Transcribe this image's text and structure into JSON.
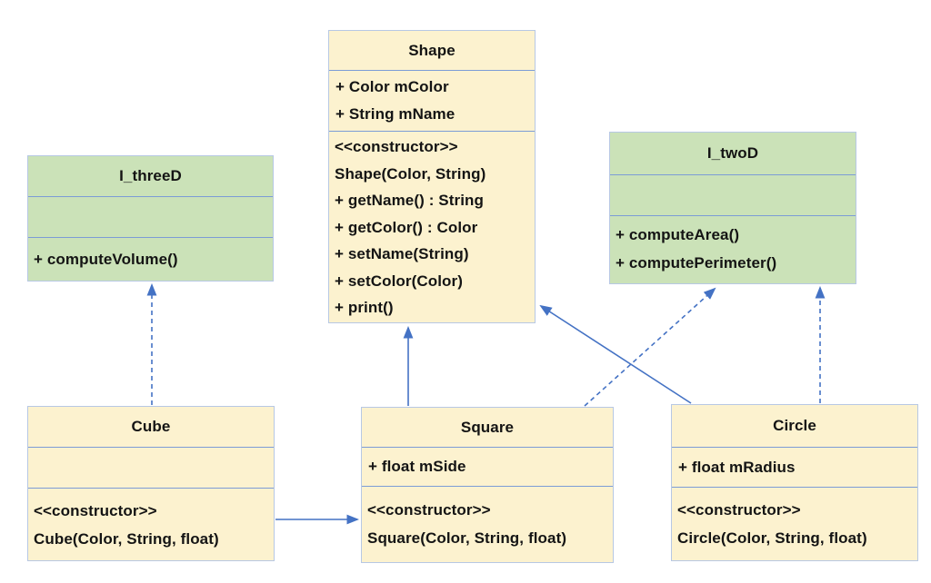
{
  "colors": {
    "class_fill": "#FCF2CF",
    "interface_fill": "#CBE2B8",
    "box_border": "#B7C8E4",
    "section_separator": "#7C9CD6",
    "connector": "#4472C4",
    "text": "#141414",
    "background": "#FFFFFF"
  },
  "classes": {
    "shape": {
      "title": "Shape",
      "attributes": [
        "+ Color mColor",
        "+ String mName"
      ],
      "methods": [
        "<<constructor>>",
        "Shape(Color, String)",
        "+ getName() : String",
        "+ getColor() : Color",
        "+ setName(String)",
        "+ setColor(Color)",
        "+ print()"
      ]
    },
    "i_threed": {
      "title": "I_threeD",
      "attributes": [],
      "methods": [
        "+ computeVolume()"
      ]
    },
    "i_twod": {
      "title": "I_twoD",
      "attributes": [],
      "methods": [
        "+ computeArea()",
        "+ computePerimeter()"
      ]
    },
    "cube": {
      "title": "Cube",
      "attributes": [],
      "methods": [
        "<<constructor>>",
        "Cube(Color, String, float)"
      ]
    },
    "square": {
      "title": "Square",
      "attributes": [
        "+ float mSide"
      ],
      "methods": [
        "<<constructor>>",
        "Square(Color, String, float)"
      ]
    },
    "circle": {
      "title": "Circle",
      "attributes": [
        "+ float mRadius"
      ],
      "methods": [
        "<<constructor>>",
        "Circle(Color, String, float)"
      ]
    }
  },
  "relations": [
    {
      "from": "Cube",
      "to": "I_threeD",
      "type": "realization",
      "line_style": "dashed-arrow"
    },
    {
      "from": "Square",
      "to": "Shape",
      "type": "generalization",
      "line_style": "solid-arrow"
    },
    {
      "from": "Circle",
      "to": "Shape",
      "type": "generalization",
      "line_style": "solid-arrow"
    },
    {
      "from": "Cube",
      "to": "Square",
      "type": "dependency",
      "line_style": "solid-arrow"
    },
    {
      "from": "Square",
      "to": "I_twoD",
      "type": "realization",
      "line_style": "dashed-arrow"
    },
    {
      "from": "Circle",
      "to": "I_twoD",
      "type": "realization",
      "line_style": "dashed-arrow"
    }
  ]
}
